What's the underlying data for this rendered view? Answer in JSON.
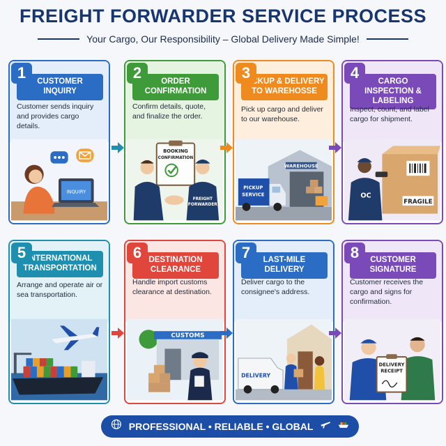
{
  "header": {
    "title": "FREIGHT FORWARDER SERVICE PROCESS",
    "subtitle": "Your Cargo, Our Responsibility – Global Delivery Made Simple!"
  },
  "steps": [
    {
      "number": "1",
      "title": "CUSTOMER INQUIRY",
      "description": "Customer sends inquiry and provides cargo details.",
      "scene_text": [
        "INQUIRY"
      ],
      "color": "#2b6cc4",
      "tint": "#dbe8f8"
    },
    {
      "number": "2",
      "title": "ORDER CONFIRMATION",
      "description": "Confirm details, quote, and finalize the order.",
      "scene_text": [
        "BOOKING",
        "CONFIRMATION",
        "FREIGHT",
        "FORWARDER"
      ],
      "color": "#3f9a3a",
      "tint": "#e0f0dc"
    },
    {
      "number": "3",
      "title": "PICKUP & DELIVERY TO WAREHOSSE",
      "description": "Pick up cargo and deliver to our warehouse.",
      "scene_text": [
        "WAREHOUSE",
        "PICKUP",
        "SERVICE"
      ],
      "color": "#ef8a1e",
      "tint": "#fdebd6"
    },
    {
      "number": "4",
      "title": "CARGO INSPECTION & LABELING",
      "description": "Inspect, count, and label cargo for shipment.",
      "scene_text": [
        "OC",
        "FRAGILE"
      ],
      "color": "#7a4bb8",
      "tint": "#ebe2f6"
    },
    {
      "number": "5",
      "title": "INTERNATIONAL TRANSPORTATION",
      "description": "Arrange and operate air or sea transportation.",
      "scene_text": [],
      "color": "#1f8fb0",
      "tint": "#d9eef5"
    },
    {
      "number": "6",
      "title": "DESTINATION CLEARANCE",
      "description": "Handle import customs clearance at destination.",
      "scene_text": [
        "CUSTOMS"
      ],
      "color": "#e0463c",
      "tint": "#fbe0dd"
    },
    {
      "number": "7",
      "title": "LAST-MILE DELIVERY",
      "description": "Deliver cargo to the consignee's address.",
      "scene_text": [
        "DELIVERY"
      ],
      "color": "#2b6cc4",
      "tint": "#dbe8f8"
    },
    {
      "number": "8",
      "title": "CUSTOMER SIGNATURE",
      "description": "Customer receives the cargo and signs for confirmation.",
      "scene_text": [
        "DELIVERY",
        "RECEIPT"
      ],
      "color": "#7a4bb8",
      "tint": "#ebe2f6"
    }
  ],
  "footer": {
    "text": "PROFESSIONAL • RELIABLE • GLOBAL",
    "icons": [
      "globe-icon",
      "airplane-icon",
      "ship-icon"
    ],
    "color": "#1c4ea8"
  }
}
